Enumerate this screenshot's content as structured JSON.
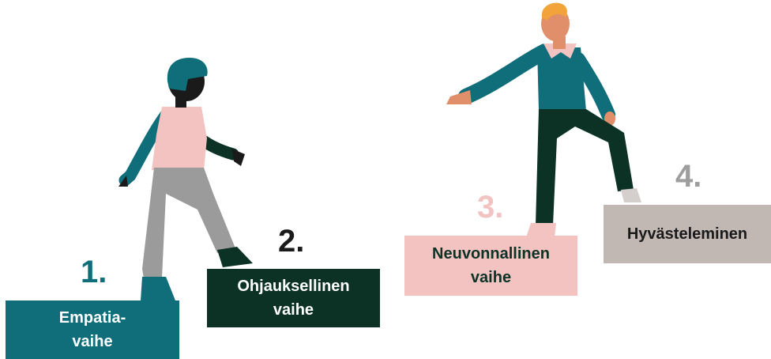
{
  "colors": {
    "teal": "#0f6e7a",
    "dark_green": "#0b3225",
    "pink": "#f3c3c2",
    "gray": "#c1b8b4",
    "skin_dark": "#1a1a1a",
    "skin_light": "#e08f6a",
    "hair_orange": "#f2a33a"
  },
  "steps": [
    {
      "number": "1.",
      "label": "Empatia-\nvaihe"
    },
    {
      "number": "2.",
      "label": "Ohjauksellinen\nvaihe"
    },
    {
      "number": "3.",
      "label": "Neuvonnallinen\nvaihe"
    },
    {
      "number": "4.",
      "label": "Hyvästeleminen"
    }
  ]
}
